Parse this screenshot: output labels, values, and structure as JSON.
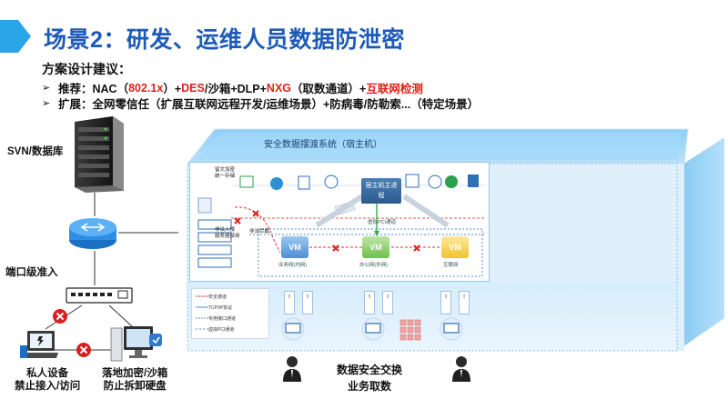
{
  "slide": {
    "title": "场景2：研发、运维人员数据防泄密",
    "heading": "方案设计建议：",
    "bullet1": {
      "prefix": "推荐：NAC（",
      "nac": "802.1x",
      "mid1": "）+",
      "des": "DES",
      "mid2": "/沙箱+DLP+",
      "nxg": "NXG",
      "mid3": "（取数通道）+",
      "inet": "互联网检测"
    },
    "bullet2": "扩展：全网零信任（扩展互联网远程开发/运维场景）+防病毒/防勒索...（特定场景）"
  },
  "left": {
    "svn_label": "SVN/数据库",
    "port_label": "端口级准入",
    "device1_line1": "私人设备",
    "device1_line2": "禁止接入/访问",
    "device2_line1": "落地加密/沙箱",
    "device2_line2": "防止拆卸硬盘"
  },
  "container": {
    "title": "安全数据摆渡系统（宿主机）",
    "host_line1": "宿主机主进",
    "host_line2": "程",
    "vm_label": "VM",
    "vm1_caption": "业务网(内网)",
    "vm2_caption": "办公网(外网)",
    "vm3_caption": "互联网",
    "ingress_label": "留文加密\n统一存储",
    "lock_label": "非法入侵\n服务器禁用",
    "intercept_label": "非法拦截",
    "bus_label": "虚拟PCI通道",
    "legend": [
      "安全通道",
      "TCP/IP协议",
      "专用接口通道",
      "虚拟PCI通道"
    ]
  },
  "bottom": {
    "line1": "数据安全交换",
    "line2": "业务取数"
  },
  "colors": {
    "title_blue": "#1e5bb8",
    "accent_red": "#e0221a",
    "box_blue": "#4a90d9"
  }
}
